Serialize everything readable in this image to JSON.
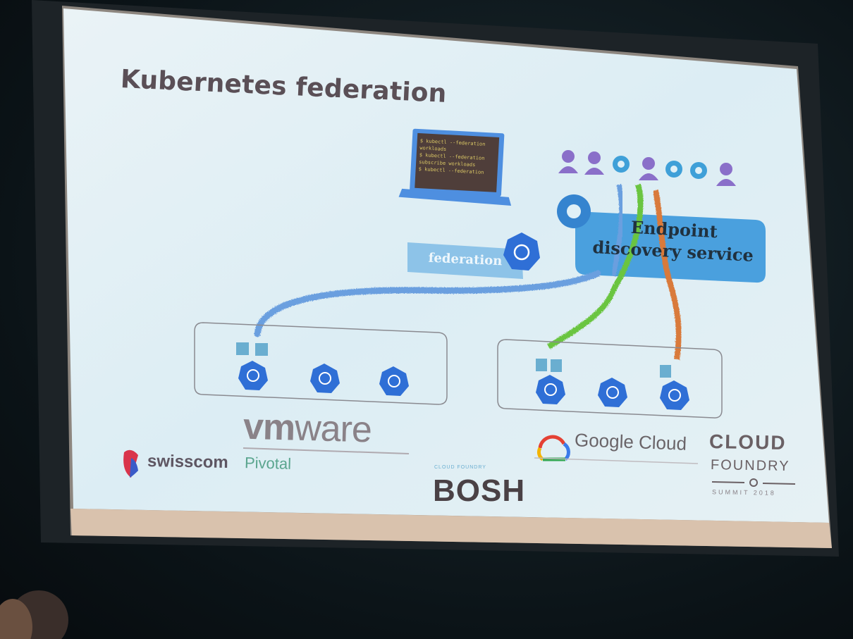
{
  "slide": {
    "title": "Kubernetes federation",
    "federation_label": "federation",
    "endpoint_line1": "Endpoint",
    "endpoint_line2": "discovery service"
  },
  "terminal": {
    "lines": [
      "$ kubectl --federation",
      "workloads",
      "$ kubectl --federation",
      "subscribe workloads",
      "$ kubectl --federation"
    ]
  },
  "logos": {
    "vmware_bold": "vm",
    "vmware_rest": "ware",
    "pivotal": "Pivotal",
    "swisscom": "swisscom",
    "google_cloud": "Google Cloud",
    "bosh_small": "CLOUD FOUNDRY",
    "bosh": "BOSH",
    "cf_line1": "CLOUD",
    "cf_line2": "FOUNDRY",
    "cf_line3": "SUMMIT 2018"
  },
  "colors": {
    "slide_bg": "#dfeef5",
    "k8s_blue": "#2f6fd6",
    "eds_box": "#4aa0de",
    "user_purple": "#8a6fc9",
    "green_line": "#6ac540",
    "orange_line": "#d97a3a",
    "blue_line": "#6a9fdf"
  }
}
